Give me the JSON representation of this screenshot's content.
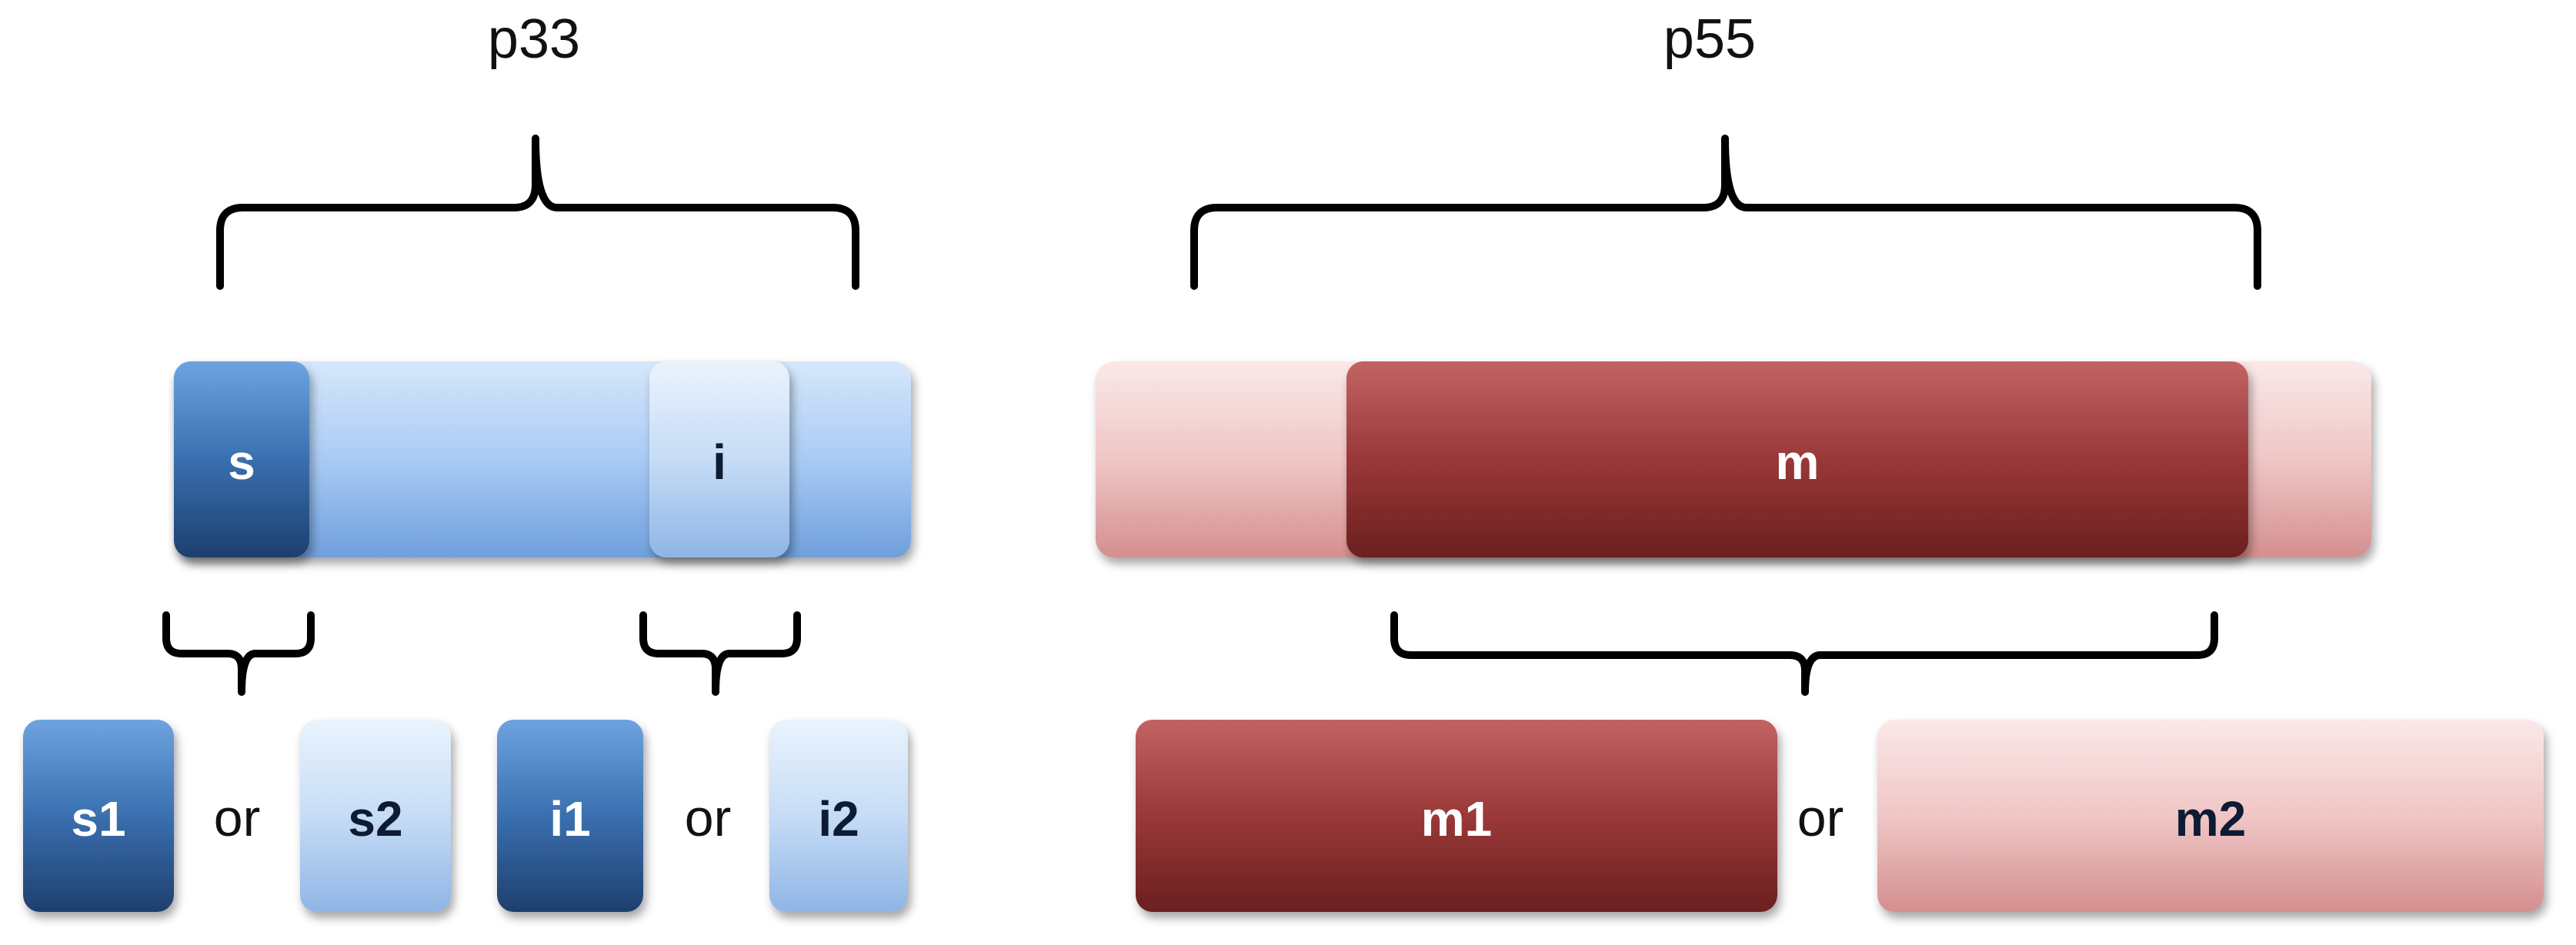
{
  "titles": {
    "p33": "p33",
    "p55": "p55"
  },
  "p33_bar": {
    "s_label": "s",
    "i_label": "i"
  },
  "p55_bar": {
    "m_label": "m"
  },
  "variants": {
    "s1": "s1",
    "s2": "s2",
    "i1": "i1",
    "i2": "i2",
    "m1": "m1",
    "m2": "m2",
    "or": "or"
  },
  "colors": {
    "blue_dark": "#2f5f9e",
    "blue_mid": "#8db8ec",
    "blue_light": "#bcd6f4",
    "red_dark": "#8a2a2a",
    "red_light": "#edbcbc",
    "text_white": "#ffffff",
    "text_dark": "#0d1b33"
  }
}
